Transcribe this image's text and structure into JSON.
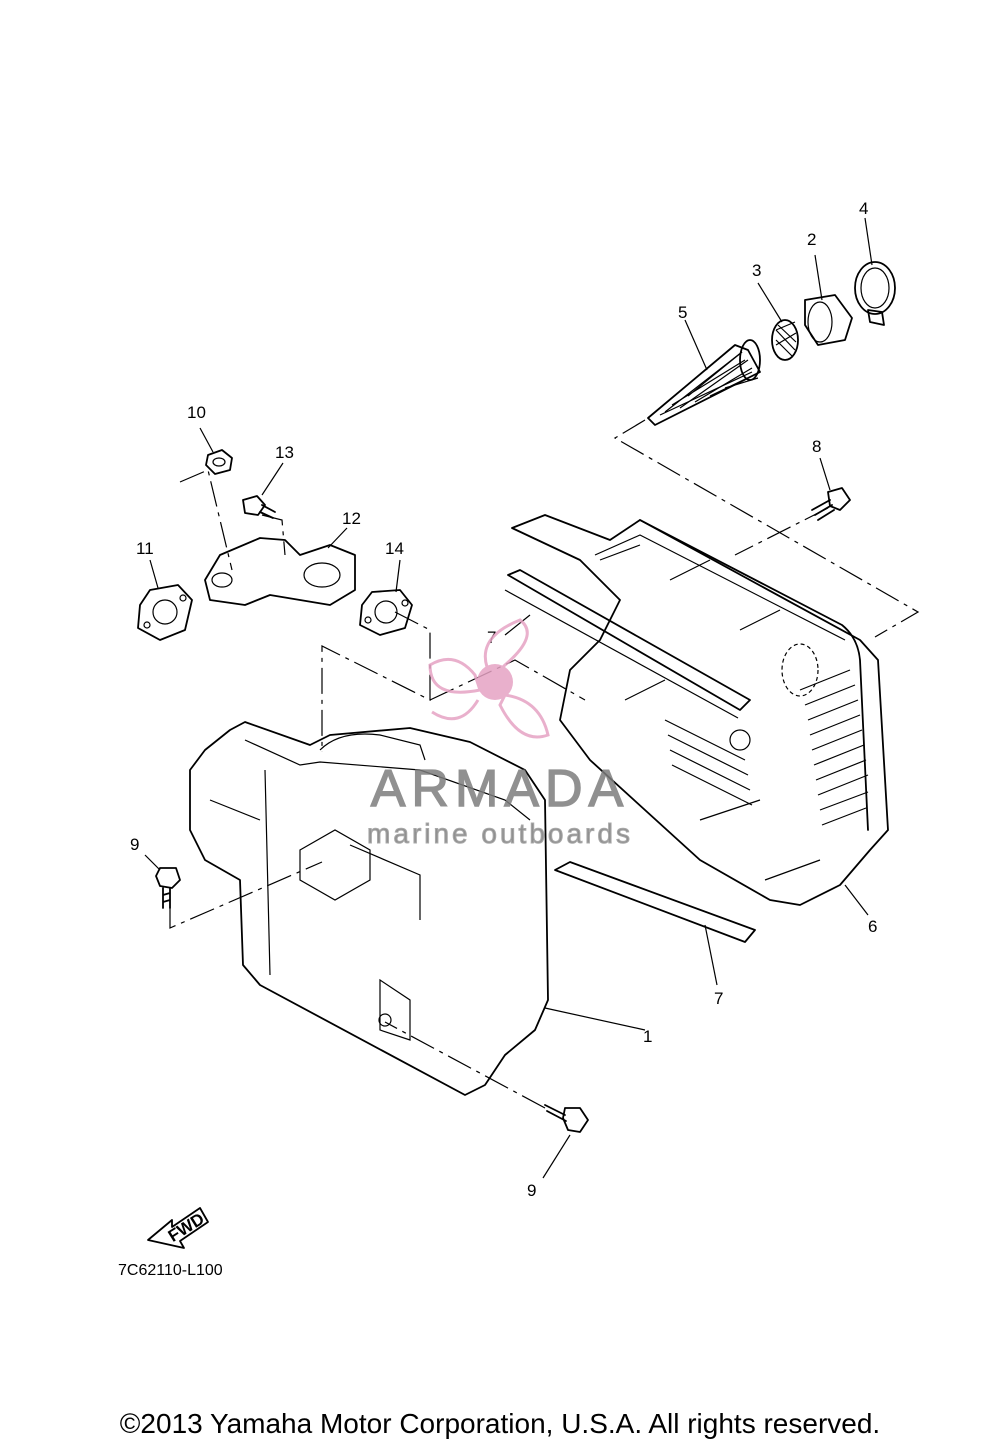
{
  "diagram": {
    "callouts": [
      {
        "id": "c1",
        "label": "1"
      },
      {
        "id": "c2",
        "label": "2"
      },
      {
        "id": "c3",
        "label": "3"
      },
      {
        "id": "c4",
        "label": "4"
      },
      {
        "id": "c5",
        "label": "5"
      },
      {
        "id": "c6",
        "label": "6"
      },
      {
        "id": "c7a",
        "label": "7"
      },
      {
        "id": "c7b",
        "label": "7"
      },
      {
        "id": "c8",
        "label": "8"
      },
      {
        "id": "c9a",
        "label": "9"
      },
      {
        "id": "c9b",
        "label": "9"
      },
      {
        "id": "c10",
        "label": "10"
      },
      {
        "id": "c11",
        "label": "11"
      },
      {
        "id": "c12",
        "label": "12"
      },
      {
        "id": "c13",
        "label": "13"
      },
      {
        "id": "c14",
        "label": "14"
      }
    ],
    "fwd_label": "FWD",
    "drawing_code": "7C62110-L100"
  },
  "watermark": {
    "brand": "ARMADA",
    "tagline": "marine outboards",
    "accent_color": "#e6a3c4"
  },
  "footer": {
    "copyright": "©2013 Yamaha Motor Corporation, U.S.A. All rights reserved."
  }
}
